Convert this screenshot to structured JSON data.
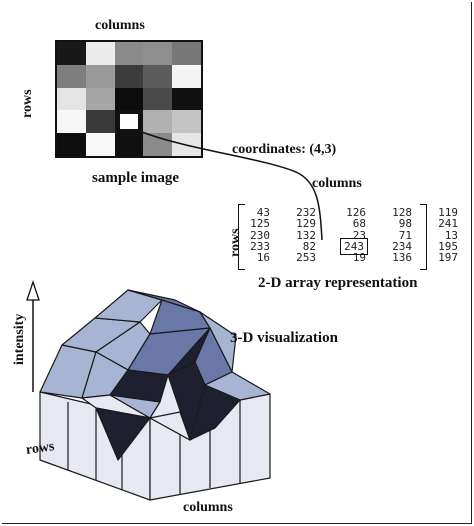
{
  "image_panel": {
    "columns_label": "columns",
    "rows_label": "rows",
    "caption": "sample image",
    "pixels": [
      [
        "#181818",
        "#ececec",
        "#8a8a8a",
        "#8e8e8e",
        "#787878"
      ],
      [
        "#7e7e7e",
        "#9a9a9a",
        "#3c3c3c",
        "#5c5c5c",
        "#f4f4f4"
      ],
      [
        "#e4e4e4",
        "#a6a6a6",
        "#0c0c0c",
        "#4a4a4a",
        "#101010"
      ],
      [
        "#f6f6f6",
        "#3a3a3a",
        "#111111",
        "#b0b0b0",
        "#c4c4c4"
      ],
      [
        "#0e0e0e",
        "#f8f8f8",
        "#101010",
        "#8a8a8a",
        "#e6e6e6"
      ]
    ],
    "selected_cell": [
      3,
      2
    ]
  },
  "coordinates_label": "coordinates: (4,3)",
  "array_panel": {
    "columns_label": "columns",
    "rows_label": "rows",
    "caption": "2-D array representation",
    "values": [
      [
        "43",
        "232",
        "126",
        "128",
        "119"
      ],
      [
        "125",
        "129",
        "68",
        "98",
        "241"
      ],
      [
        "230",
        "132",
        "23",
        "71",
        "13"
      ],
      [
        "233",
        "82",
        "243",
        "234",
        "195"
      ],
      [
        "16",
        "253",
        "19",
        "136",
        "197"
      ]
    ],
    "highlighted": [
      3,
      2
    ]
  },
  "visualization": {
    "caption": "3-D visualization",
    "intensity_label": "intensity",
    "rows_label": "rows",
    "columns_label": "columns",
    "colors": {
      "light": "#a8b4d4",
      "mid": "#6a78a8",
      "dark": "#1e2030",
      "pale": "#e6e9f2",
      "outline": "#1a1a1a"
    }
  }
}
